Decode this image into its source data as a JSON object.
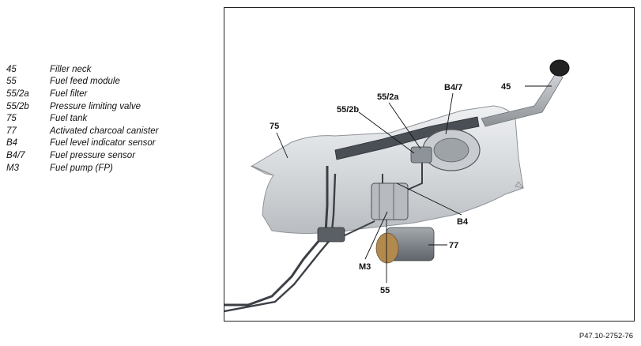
{
  "legend": [
    {
      "code": "45",
      "text": "Filler neck"
    },
    {
      "code": "55",
      "text": "Fuel feed module"
    },
    {
      "code": "55/2a",
      "text": "Fuel filter"
    },
    {
      "code": "55/2b",
      "text": "Pressure limiting valve"
    },
    {
      "code": "75",
      "text": "Fuel tank"
    },
    {
      "code": "77",
      "text": "Activated charcoal canister"
    },
    {
      "code": "B4",
      "text": "Fuel level indicator sensor"
    },
    {
      "code": "B4/7",
      "text": "Fuel pressure sensor"
    },
    {
      "code": "M3",
      "text": "Fuel pump (FP)"
    }
  ],
  "callouts": {
    "c45": "45",
    "c55": "55",
    "c55_2a": "55/2a",
    "c55_2b": "55/2b",
    "c75": "75",
    "c77": "77",
    "cB4": "B4",
    "cB4_7": "B4/7",
    "cM3": "M3"
  },
  "reference": "P47.10-2752-76",
  "colors": {
    "tank_fill": "#d9dcdf",
    "tank_edge": "#8e9297",
    "pipe": "#3c4046",
    "canister": "#7f848a",
    "canister_cap": "#b38a4e",
    "neck": "#a9adb2"
  }
}
